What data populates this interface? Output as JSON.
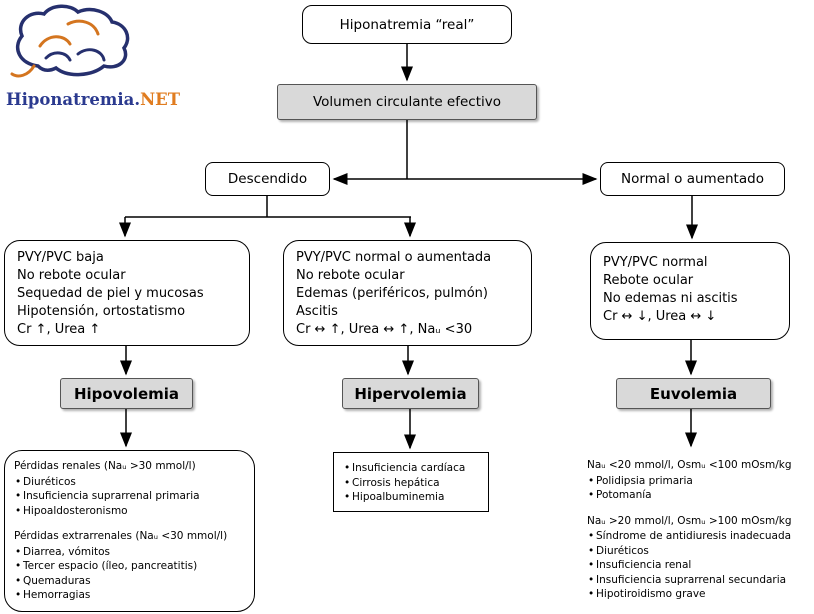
{
  "logo": {
    "brand_main": "Hiponatremia.",
    "brand_suffix": "NET",
    "brand_color": "#2b3a8f",
    "suffix_color": "#e07c1f"
  },
  "colors": {
    "node_fill": "#ffffff",
    "stage_fill": "#d9d9d9",
    "line": "#000000"
  },
  "flow": {
    "root_label": "Hiponatremia “real”",
    "volume_label": "Volumen circulante efectivo",
    "branch_decreased": "Descendido",
    "branch_normal": "Normal o aumentado",
    "hypovolemia": {
      "criteria": [
        "PVY/PVC baja",
        "No rebote ocular",
        "Sequedad de piel y mucosas",
        "Hipotensión, ortostatismo",
        "Cr ↑, Urea ↑"
      ],
      "label": "Hipovolemia",
      "sections": [
        {
          "heading": "Pérdidas renales (Naᵤ >30 mmol/l)",
          "items": [
            "Diuréticos",
            "Insuficiencia suprarrenal primaria",
            "Hipoaldosteronismo"
          ]
        },
        {
          "heading": "Pérdidas extrarrenales (Naᵤ <30 mmol/l)",
          "items": [
            "Diarrea, vómitos",
            "Tercer espacio (íleo, pancreatitis)",
            "Quemaduras",
            "Hemorragias"
          ]
        }
      ]
    },
    "hypervolemia": {
      "criteria": [
        "PVY/PVC normal o aumentada",
        "No rebote ocular",
        "Edemas (periféricos, pulmón)",
        "Ascitis",
        "Cr ↔ ↑, Urea ↔ ↑, Naᵤ <30"
      ],
      "label": "Hipervolemia",
      "causes": [
        "Insuficiencia cardíaca",
        "Cirrosis hepática",
        "Hipoalbuminemia"
      ]
    },
    "euvolemia": {
      "criteria": [
        "PVY/PVC normal",
        "Rebote ocular",
        "No edemas ni ascitis",
        "Cr ↔ ↓, Urea ↔ ↓"
      ],
      "label": "Euvolemia",
      "sections": [
        {
          "heading": "Naᵤ <20 mmol/l, Osmᵤ <100 mOsm/kg",
          "items": [
            "Polidipsia primaria",
            "Potomanía"
          ]
        },
        {
          "heading": "Naᵤ >20 mmol/l, Osmᵤ >100 mOsm/kg",
          "items": [
            "Síndrome de antidiuresis inadecuada",
            "Diuréticos",
            "Insuficiencia renal",
            "Insuficiencia suprarrenal secundaria",
            "Hipotiroidismo grave"
          ]
        }
      ]
    }
  }
}
